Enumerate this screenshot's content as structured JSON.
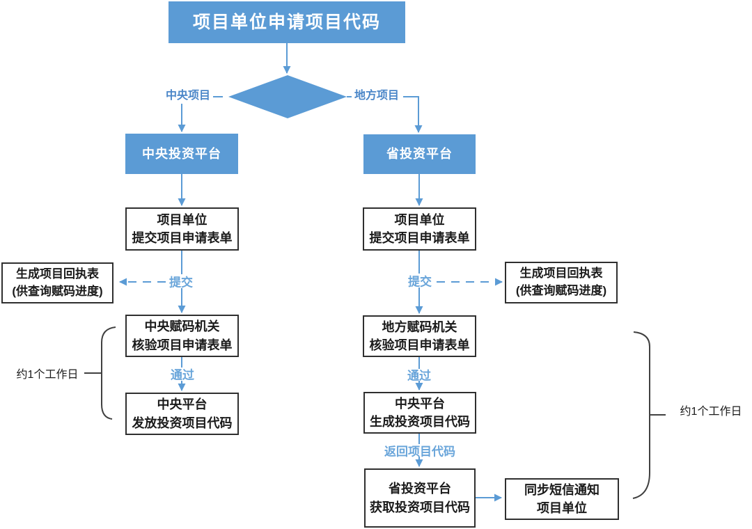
{
  "title": "项目单位申请项目代码",
  "decision": {
    "left_label": "中央项目",
    "right_label": "地方项目"
  },
  "left_branch": {
    "platform": "中央投资平台",
    "submit_box": {
      "line1": "项目单位",
      "line2": "提交项目申请表单"
    },
    "submit_label": "提交",
    "receipt_box": {
      "line1": "生成项目回执表",
      "line2": "(供查询赋码进度)"
    },
    "verify_box": {
      "line1": "中央赋码机关",
      "line2": "核验项目申请表单"
    },
    "pass_label": "通过",
    "issue_box": {
      "line1": "中央平台",
      "line2": "发放投资项目代码"
    },
    "duration_label": "约1个工作日"
  },
  "right_branch": {
    "platform": "省投资平台",
    "submit_box": {
      "line1": "项目单位",
      "line2": "提交项目申请表单"
    },
    "submit_label": "提交",
    "receipt_box": {
      "line1": "生成项目回执表",
      "line2": "(供查询赋码进度)"
    },
    "verify_box": {
      "line1": "地方赋码机关",
      "line2": "核验项目申请表单"
    },
    "pass_label": "通过",
    "generate_box": {
      "line1": "中央平台",
      "line2": "生成投资项目代码"
    },
    "return_label": "返回项目代码",
    "obtain_box": {
      "line1": "省投资平台",
      "line2": "获取投资项目代码"
    },
    "sms_box": {
      "line1": "同步短信通知",
      "line2": "项目单位"
    },
    "duration_label": "约1个工作日"
  },
  "colors": {
    "node_fill": "#5B9BD5",
    "node_text": "#ffffff",
    "flow_line": "#5B9BD5",
    "flow_label": "#69a5da",
    "branch_label": "#4a86c8",
    "box_border": "#2f2f2f",
    "bracket": "#404040"
  }
}
